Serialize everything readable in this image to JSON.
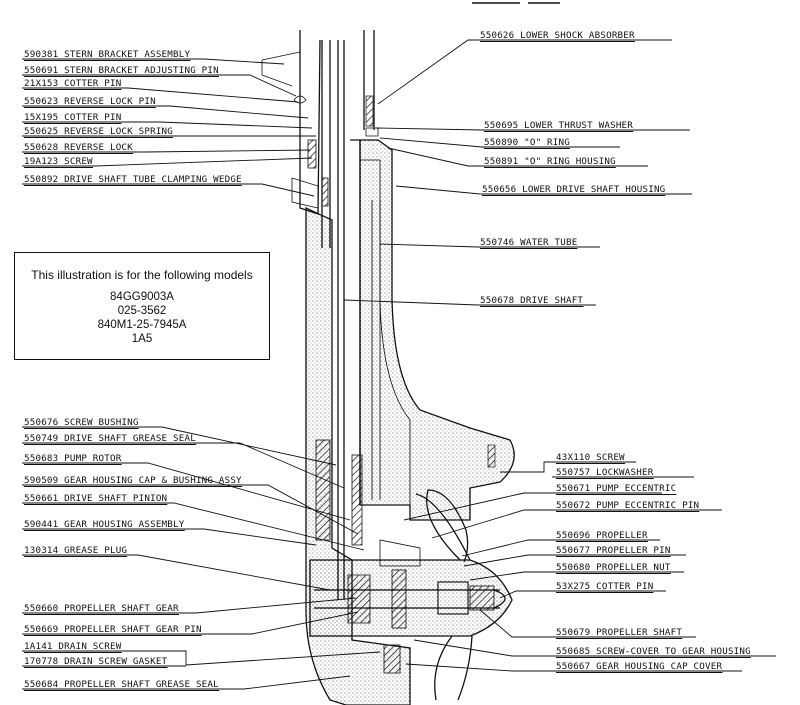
{
  "parts": [
    {
      "number": "590381",
      "name": "STERN BRACKET ASSEMBLY"
    },
    {
      "number": "550691",
      "name": "STERN BRACKET ADJUSTING PIN"
    },
    {
      "number": "21X153",
      "name": "COTTER PIN"
    },
    {
      "number": "550623",
      "name": "REVERSE LOCK PIN"
    },
    {
      "number": "15X195",
      "name": "COTTER PIN"
    },
    {
      "number": "550625",
      "name": "REVERSE LOCK SPRING"
    },
    {
      "number": "550628",
      "name": "REVERSE LOCK"
    },
    {
      "number": "19A123",
      "name": "SCREW"
    },
    {
      "number": "550892",
      "name": "DRIVE SHAFT TUBE CLAMPING WEDGE"
    },
    {
      "number": "550626",
      "name": "LOWER SHOCK ABSORBER"
    },
    {
      "number": "550695",
      "name": "LOWER THRUST WASHER"
    },
    {
      "number": "550890",
      "name": "\"O\" RING"
    },
    {
      "number": "550891",
      "name": "\"O\" RING HOUSING"
    },
    {
      "number": "550656",
      "name": "LOWER DRIVE SHAFT HOUSING"
    },
    {
      "number": "550746",
      "name": "WATER TUBE"
    },
    {
      "number": "550678",
      "name": "DRIVE SHAFT"
    },
    {
      "number": "550676",
      "name": "SCREW BUSHING"
    },
    {
      "number": "550749",
      "name": "DRIVE SHAFT GREASE SEAL"
    },
    {
      "number": "550683",
      "name": "PUMP ROTOR"
    },
    {
      "number": "590509",
      "name": "GEAR HOUSING CAP & BUSHING ASSY"
    },
    {
      "number": "550661",
      "name": "DRIVE SHAFT PINION"
    },
    {
      "number": "590441",
      "name": "GEAR HOUSING ASSEMBLY"
    },
    {
      "number": "130314",
      "name": "GREASE PLUG"
    },
    {
      "number": "550660",
      "name": "PROPELLER SHAFT GEAR"
    },
    {
      "number": "550669",
      "name": "PROPELLER SHAFT GEAR PIN"
    },
    {
      "number": "1A141",
      "name": "DRAIN SCREW"
    },
    {
      "number": "170778",
      "name": "DRAIN SCREW GASKET"
    },
    {
      "number": "550684",
      "name": "PROPELLER SHAFT GREASE SEAL"
    },
    {
      "number": "43X110",
      "name": "SCREW"
    },
    {
      "number": "550757",
      "name": "LOCKWASHER"
    },
    {
      "number": "550671",
      "name": "PUMP ECCENTRIC"
    },
    {
      "number": "550672",
      "name": "PUMP ECCENTRIC PIN"
    },
    {
      "number": "550696",
      "name": "PROPELLER"
    },
    {
      "number": "550677",
      "name": "PROPELLER PIN"
    },
    {
      "number": "550680",
      "name": "PROPELLER NUT"
    },
    {
      "number": "53X275",
      "name": "COTTER PIN"
    },
    {
      "number": "550679",
      "name": "PROPELLER SHAFT"
    },
    {
      "number": "550685",
      "name": "SCREW-COVER TO GEAR HOUSING"
    },
    {
      "number": "550667",
      "name": "GEAR HOUSING CAP COVER"
    }
  ],
  "info": {
    "heading": "This illustration is for the following models",
    "models": [
      "84GG9003A",
      "025-3562",
      "840M1-25-7945A",
      "1A5"
    ]
  }
}
